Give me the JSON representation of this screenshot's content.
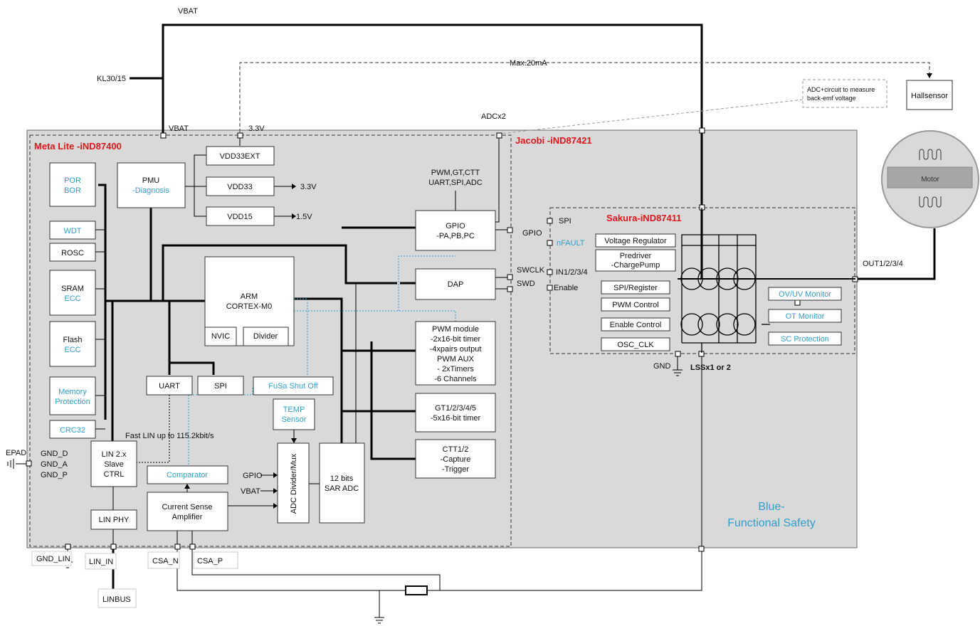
{
  "top": {
    "vbat": "VBAT",
    "kl30": "KL30/15",
    "max20ma": "Max.20mA",
    "adcx2": "ADCx2"
  },
  "notes": {
    "adc_circuit_line1": "ADC+circuit to measure",
    "adc_circuit_line2": "back-emf voltage",
    "hallsensor": "Hallsensor",
    "motor": "Motor"
  },
  "chips": {
    "meta_lite": "Meta Lite -iND87400",
    "jacobi": "Jacobi -iND87421",
    "sakura": "Sakura-iND87411"
  },
  "pins": {
    "vbat": "VBAT",
    "v33": "3.3V",
    "gpio": "GPIO",
    "swclk": "SWCLK",
    "swd": "SWD",
    "out": "OUT1/2/3/4",
    "gnd": "GND",
    "lss": "LSSx1 or 2",
    "epad": "EPAD",
    "gnd_d": "GND_D",
    "gnd_a": "GND_A",
    "gnd_p": "GND_P",
    "gnd_lin": "GND_LIN",
    "lin_in": "LIN_IN",
    "linbus": "LINBUS",
    "csa_n": "CSA_N",
    "csa_p": "CSA_P"
  },
  "blocks": {
    "por": "POR",
    "bor": "BOR",
    "wdt": "WDT",
    "rosc": "ROSC",
    "sram": "SRAM",
    "sram_ecc": "ECC",
    "flash": "Flash",
    "flash_ecc": "ECC",
    "memprot1": "Memory",
    "memprot2": "Protection",
    "crc32": "CRC32",
    "pmu": "PMU",
    "pmu_diag": "-Diagnosis",
    "vdd33ext": "VDD33EXT",
    "vdd33": "VDD33",
    "vdd33_out": "3.3V",
    "vdd15": "VDD15",
    "vdd15_out": "1.5V",
    "arm1": "ARM",
    "arm2": "CORTEX-M0",
    "nvic": "NVIC",
    "divider": "Divider",
    "uart": "UART",
    "spi": "SPI",
    "fusa": "FuSa Shut Off",
    "temp1": "TEMP",
    "temp2": "Sensor",
    "fastlin": "Fast LIN up to 115.2kbit/s",
    "lin1": "LIN 2.x",
    "lin2": "Slave",
    "lin3": "CTRL",
    "linphy": "LIN PHY",
    "comparator": "Comparator",
    "csa1": "Current Sense",
    "csa2": "Amplifier",
    "adc_gpio": "GPIO",
    "adc_vbat": "VBAT",
    "adcmux": "ADC Divider/Mux",
    "sar1": "12 bits",
    "sar2": "SAR ADC",
    "gpio_in1": "PWM,GT,CTT",
    "gpio_in2": "UART,SPI,ADC",
    "gpio1": "GPIO",
    "gpio2": "-PA,PB,PC",
    "dap": "DAP",
    "pwm1": "PWM module",
    "pwm2": "-2x16-bit timer",
    "pwm3": "-4xpairs output",
    "pwm4": "PWM AUX",
    "pwm5": "- 2xTimers",
    "pwm6": "-6 Channels",
    "gt1": "GT1/2/3/4/5",
    "gt2": "-5x16-bit timer",
    "ctt1": "CTT1/2",
    "ctt2": "-Capture",
    "ctt3": "-Trigger"
  },
  "sakura": {
    "spi": "SPI",
    "nfault": "nFAULT",
    "in": "IN1/2/3/4",
    "enable": "Enable",
    "vreg": "Voltage Regulator",
    "pre1": "Predriver",
    "pre2": "-ChargePump",
    "spireg": "SPI/Register",
    "pwmctl": "PWM Control",
    "enctl": "Enable Control",
    "osc": "OSC_CLK",
    "ovuv": "OV/UV Monitor",
    "ot": "OT Monitor",
    "sc": "SC Protection"
  },
  "safety": {
    "line1": "Blue-",
    "line2": "Functional Safety"
  },
  "colors": {
    "blue_label": "#2e9fd0",
    "chip_title": "#e0181b",
    "board_fill": "#d9d9d9"
  }
}
